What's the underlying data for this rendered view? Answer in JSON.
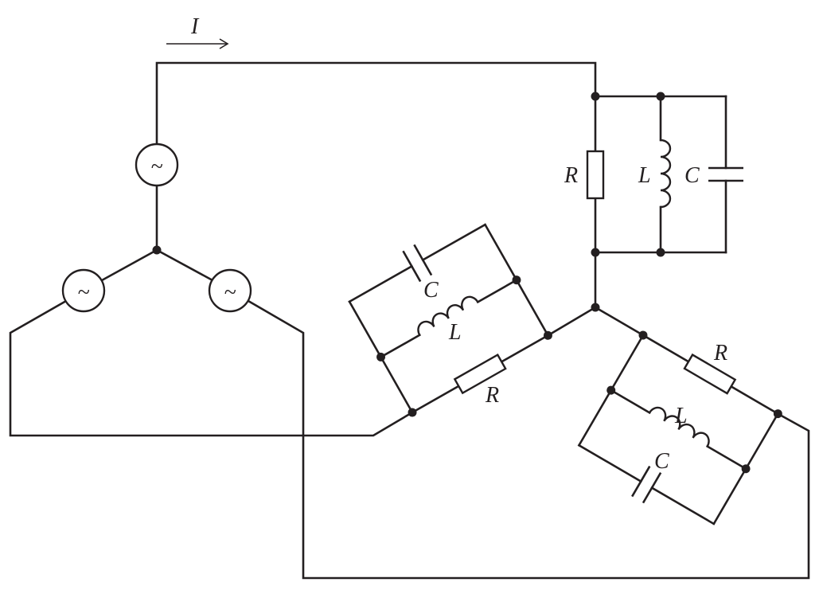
{
  "current_label": "I",
  "source_symbol": "~",
  "branch_top": {
    "r": "R",
    "l": "L",
    "c": "C"
  },
  "branch_left": {
    "r": "R",
    "l": "L",
    "c": "C"
  },
  "branch_right": {
    "r": "R",
    "l": "L",
    "c": "C"
  },
  "colors": {
    "ink": "#231f20",
    "background": "#ffffff"
  }
}
